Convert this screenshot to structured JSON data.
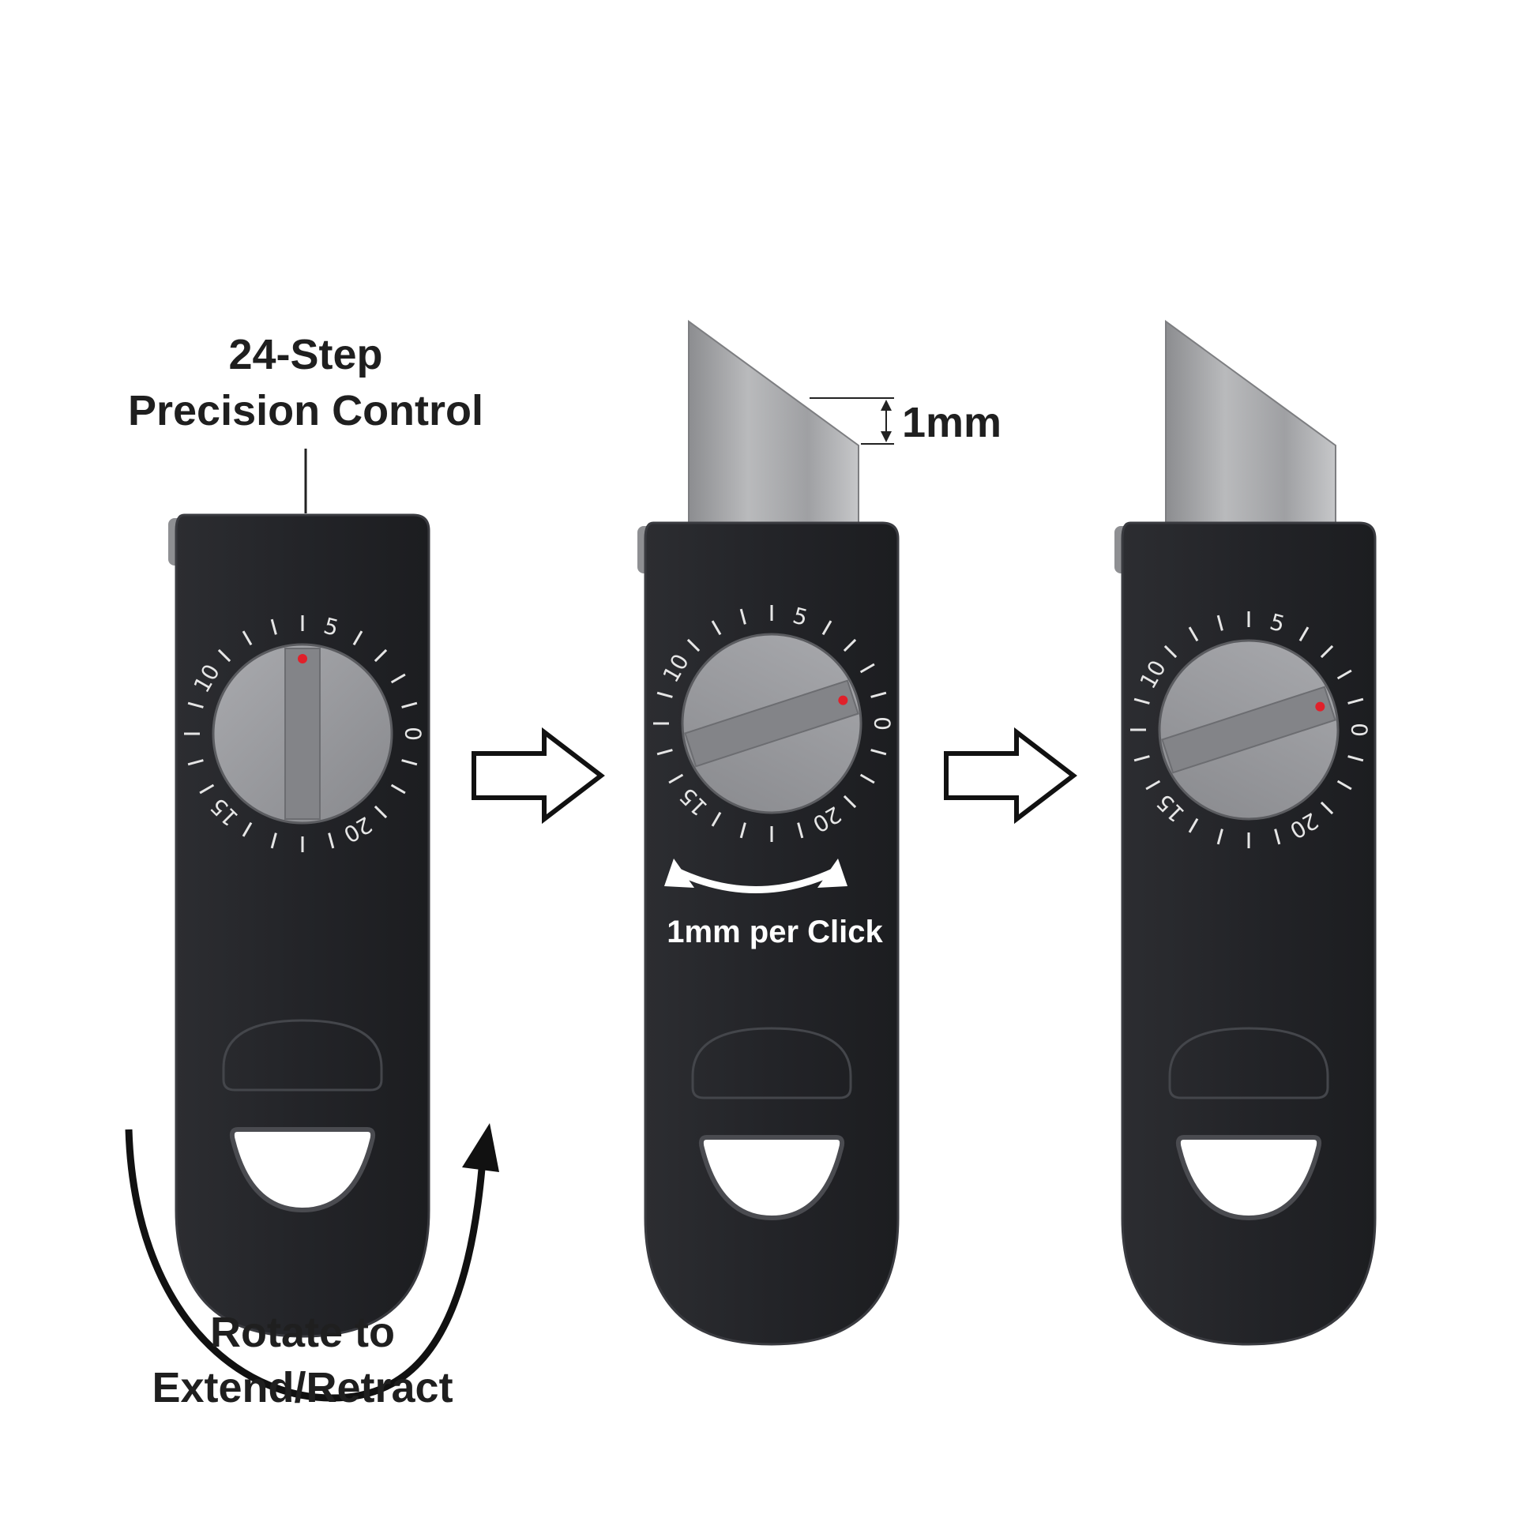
{
  "labels": {
    "precision_line1": "24-Step",
    "precision_line2": "Precision Control",
    "step_size": "1mm",
    "per_click": "1mm per Click",
    "rotate_line1": "Rotate to",
    "rotate_line2": "Extend/Retract"
  },
  "dial": {
    "numbers": [
      "0",
      "5",
      "10",
      "15",
      "20"
    ],
    "steps": 24
  },
  "knives": [
    {
      "state": "retracted",
      "knob_rotation_deg": 0,
      "blade_extension": 0
    },
    {
      "state": "partially-extended",
      "knob_rotation_deg": 72,
      "blade_extension": 1
    },
    {
      "state": "extended",
      "knob_rotation_deg": 72,
      "blade_extension": 1
    }
  ],
  "colors": {
    "body": "#232428",
    "body_edge": "#3a3b40",
    "knob": "#9a9b9f",
    "blade": "#a8a9ab",
    "indicator": "#e0202a",
    "text": "#1f1f1f"
  }
}
